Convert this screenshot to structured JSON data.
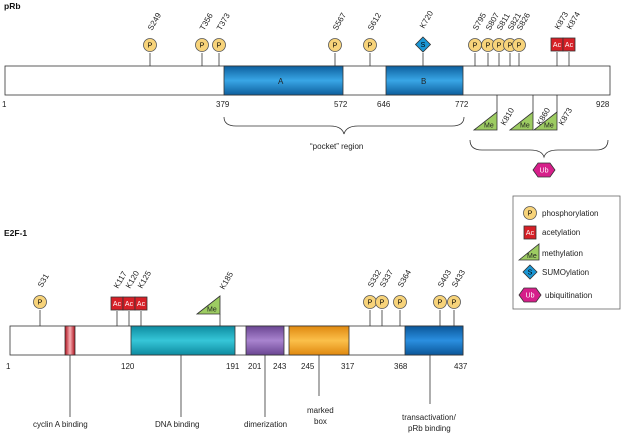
{
  "pRb": {
    "title": "pRb",
    "positions": [
      "1",
      "379",
      "572",
      "646",
      "772",
      "928"
    ],
    "domains": [
      {
        "name": "domain-a",
        "label": "A",
        "color": "#1b8ed0"
      },
      {
        "name": "domain-b",
        "label": "B",
        "color": "#1b8ed0"
      }
    ],
    "phospho_sites": [
      "S249",
      "T356",
      "T373",
      "S567",
      "S612",
      "S795",
      "S807",
      "S811",
      "S821",
      "S826"
    ],
    "sumo_site": "K720",
    "acetyl_sites": [
      "K873",
      "K874"
    ],
    "methyl_sites": [
      "K810",
      "K860",
      "K873"
    ],
    "pocket_label": "“pocket” region"
  },
  "e2f1": {
    "title": "E2F-1",
    "positions": [
      "1",
      "120",
      "191",
      "201",
      "243",
      "245",
      "317",
      "368",
      "437"
    ],
    "phospho_sites": [
      "S31",
      "S332",
      "S337",
      "S364",
      "S403",
      "S433"
    ],
    "acetyl_sites": [
      "K117",
      "K120",
      "K125"
    ],
    "methyl_site": "K185",
    "region_labels": {
      "cyclin_a": "cyclin A binding",
      "dna": "DNA binding",
      "dimer": "dimerization",
      "marked_1": "marked",
      "marked_2": "box",
      "trans_1": "transactivation/",
      "trans_2": "pRb binding"
    }
  },
  "legend": {
    "items": [
      {
        "key": "phosphorylation",
        "label": "phosphorylation",
        "symbol": "P"
      },
      {
        "key": "acetylation",
        "label": "acetylation",
        "symbol": "Ac"
      },
      {
        "key": "methylation",
        "label": "methylation",
        "symbol": "Me"
      },
      {
        "key": "sumoylation",
        "label": "SUMOylation",
        "symbol": "S"
      },
      {
        "key": "ubiquitination",
        "label": "ubiquitination",
        "symbol": "Ub"
      }
    ]
  },
  "marks": {
    "phospho": "P",
    "acetyl": "Ac",
    "methyl": "Me",
    "sumo": "S",
    "ubiquitin": "Ub"
  },
  "colors": {
    "phospho_fill": "#f7d37a",
    "phospho_stroke": "#555555",
    "acetyl_fill": "#d62027",
    "methyl_fill": "#9dcc62",
    "sumo_fill": "#1a96d4",
    "ubiquitin_fill": "#d61f8a",
    "domain_blue": "#1b8ed0",
    "dna_binding": "#19b2c8",
    "dimerization": "#8b62b6",
    "marked_box": "#f6a623",
    "transactivation": "#1a7cc9",
    "cyclin_a": "#e0303c"
  }
}
